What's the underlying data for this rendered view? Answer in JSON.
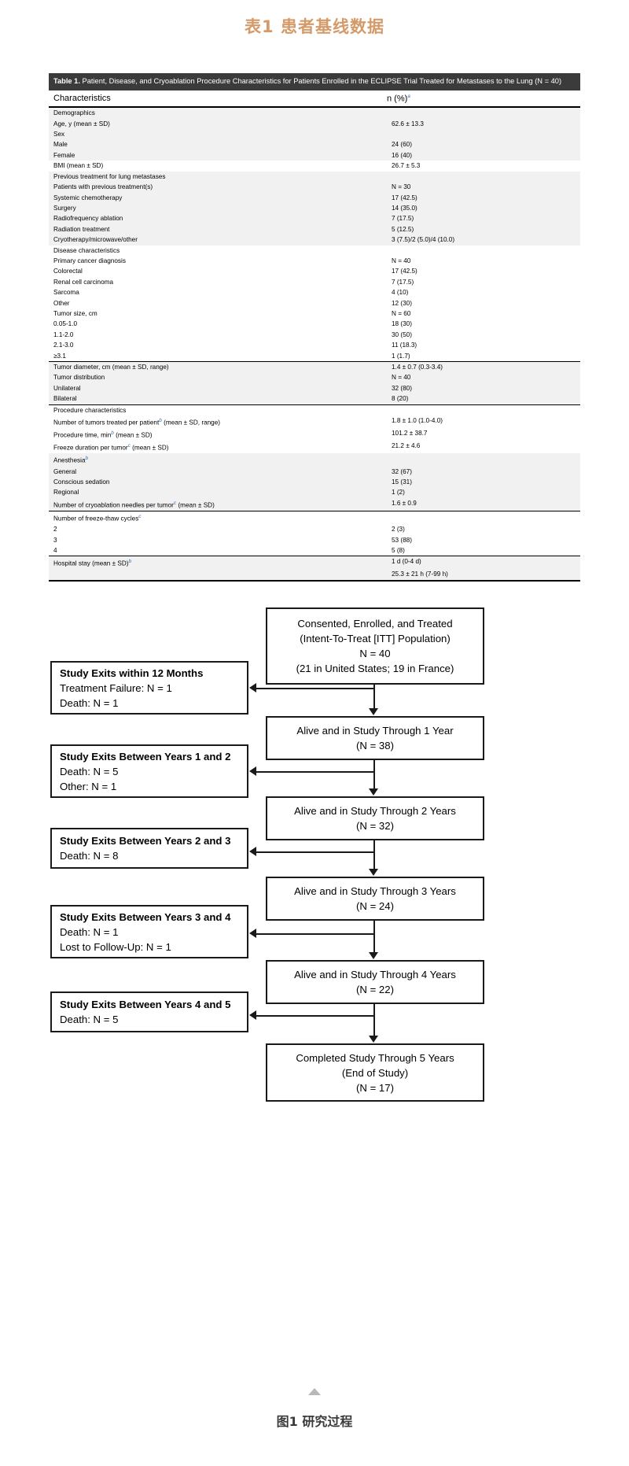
{
  "page": {
    "title": "表1  患者基线数据",
    "figure_caption": "图1  研究过程",
    "accent_color": "#d49a6a"
  },
  "table": {
    "caption_label": "Table 1.",
    "caption_text": " Patient, Disease, and Cryoablation Procedure Characteristics for Patients Enrolled in the ECLIPSE Trial Treated for Metastases to the Lung (N = 40)",
    "columns": [
      "Characteristics",
      "n (%)"
    ],
    "col2_footnote": "a",
    "rows": [
      {
        "label": "Demographics",
        "indent": 0,
        "value": "",
        "shade": true
      },
      {
        "label": "Age, y (mean ± SD)",
        "indent": 0,
        "value": "62.6 ± 13.3",
        "shade": true
      },
      {
        "label": "Sex",
        "indent": 0,
        "value": "",
        "shade": true
      },
      {
        "label": "Male",
        "indent": 1,
        "value": "24 (60)",
        "shade": true
      },
      {
        "label": "Female",
        "indent": 1,
        "value": "16 (40)",
        "shade": true
      },
      {
        "label": "BMI (mean ± SD)",
        "indent": 0,
        "value": "26.7 ± 5.3",
        "shade": false
      },
      {
        "label": "Previous treatment for lung metastases",
        "indent": 0,
        "value": "",
        "shade": true
      },
      {
        "label": "Patients with previous treatment(s)",
        "indent": 1,
        "value": "N = 30",
        "shade": true
      },
      {
        "label": "Systemic chemotherapy",
        "indent": 2,
        "value": "17 (42.5)",
        "shade": true
      },
      {
        "label": "Surgery",
        "indent": 2,
        "value": "14 (35.0)",
        "shade": true
      },
      {
        "label": "Radiofrequency ablation",
        "indent": 2,
        "value": "7 (17.5)",
        "shade": true
      },
      {
        "label": "Radiation treatment",
        "indent": 2,
        "value": "5 (12.5)",
        "shade": true
      },
      {
        "label": "Cryotherapy/microwave/other",
        "indent": 2,
        "value": "3 (7.5)/2 (5.0)/4 (10.0)",
        "shade": true
      },
      {
        "label": "Disease characteristics",
        "indent": 0,
        "value": "",
        "shade": false
      },
      {
        "label": "Primary cancer diagnosis",
        "indent": 1,
        "value": "N = 40",
        "shade": false
      },
      {
        "label": "Colorectal",
        "indent": 1,
        "value": "17 (42.5)",
        "shade": false
      },
      {
        "label": "Renal cell carcinoma",
        "indent": 1,
        "value": "7 (17.5)",
        "shade": false
      },
      {
        "label": "Sarcoma",
        "indent": 1,
        "value": "4 (10)",
        "shade": false
      },
      {
        "label": "Other",
        "indent": 1,
        "value": "12 (30)",
        "shade": false
      },
      {
        "label": "Tumor size, cm",
        "indent": 1,
        "value": "N = 60",
        "shade": false
      },
      {
        "label": "0.05-1.0",
        "indent": 2,
        "value": "18 (30)",
        "shade": false
      },
      {
        "label": "1.1-2.0",
        "indent": 2,
        "value": "30 (50)",
        "shade": false
      },
      {
        "label": "2.1-3.0",
        "indent": 2,
        "value": "11 (18.3)",
        "shade": false
      },
      {
        "label": "≥3.1",
        "indent": 2,
        "value": "1 (1.7)",
        "shade": false
      },
      {
        "label": "Tumor diameter, cm (mean ± SD, range)",
        "indent": 0,
        "value": "1.4 ± 0.7 (0.3-3.4)",
        "shade": true,
        "rule_top": true
      },
      {
        "label": "Tumor distribution",
        "indent": 1,
        "value": "N = 40",
        "shade": true
      },
      {
        "label": "Unilateral",
        "indent": 2,
        "value": "32 (80)",
        "shade": true
      },
      {
        "label": "Bilateral",
        "indent": 2,
        "value": "8 (20)",
        "shade": true
      },
      {
        "label": "Procedure characteristics",
        "indent": 0,
        "value": "",
        "shade": false,
        "rule_top": true
      },
      {
        "label": "Number of tumors treated per patient",
        "footnote": "b",
        "suffix": " (mean ± SD, range)",
        "indent": 1,
        "value": "1.8 ± 1.0 (1.0-4.0)",
        "shade": false
      },
      {
        "label": "Procedure time, min",
        "footnote": "b",
        "suffix": " (mean ± SD)",
        "indent": 1,
        "value": "101.2 ± 38.7",
        "shade": false
      },
      {
        "label": "Freeze duration per tumor",
        "footnote": "c",
        "suffix": " (mean ± SD)",
        "indent": 1,
        "value": "21.2 ± 4.6",
        "shade": false
      },
      {
        "label": "Anesthesia",
        "footnote": "b",
        "indent": 0,
        "value": "",
        "shade": true
      },
      {
        "label": "General",
        "indent": 1,
        "value": "32 (67)",
        "shade": true
      },
      {
        "label": "Conscious sedation",
        "indent": 1,
        "value": "15 (31)",
        "shade": true
      },
      {
        "label": "Regional",
        "indent": 1,
        "value": "1 (2)",
        "shade": true
      },
      {
        "label": "Number of cryoablation needles per tumor",
        "footnote": "c",
        "suffix": " (mean ± SD)",
        "indent": 1,
        "value": "1.6 ± 0.9",
        "shade": true
      },
      {
        "label": "Number of freeze-thaw cycles",
        "footnote": "c",
        "indent": 0,
        "value": "",
        "shade": false,
        "rule_top": true
      },
      {
        "label": "2",
        "indent": 1,
        "value": "2 (3)",
        "shade": false
      },
      {
        "label": "3",
        "indent": 1,
        "value": "53 (88)",
        "shade": false
      },
      {
        "label": "4",
        "indent": 1,
        "value": "5 (8)",
        "shade": false
      },
      {
        "label": "Hospital stay (mean ± SD)",
        "footnote": "b",
        "indent": 0,
        "value": "1 d (0-4 d)",
        "shade": true,
        "rule_top": true
      },
      {
        "label": "",
        "indent": 0,
        "value": "25.3 ± 21 h (7-99 h)",
        "shade": true
      }
    ]
  },
  "flowchart": {
    "type": "flow-diagram",
    "main_nodes": [
      {
        "id": "enrolled",
        "lines": [
          "Consented, Enrolled, and Treated",
          "(Intent-To-Treat [ITT] Population)",
          "N = 40",
          "(21 in United States; 19 in France)"
        ]
      },
      {
        "id": "year1",
        "lines": [
          "Alive and in Study Through 1 Year",
          "(N = 38)"
        ]
      },
      {
        "id": "year2",
        "lines": [
          "Alive and in Study Through 2 Years",
          "(N = 32)"
        ]
      },
      {
        "id": "year3",
        "lines": [
          "Alive and in Study Through 3 Years",
          "(N = 24)"
        ]
      },
      {
        "id": "year4",
        "lines": [
          "Alive and in Study Through 4 Years",
          "(N = 22)"
        ]
      },
      {
        "id": "completed",
        "lines": [
          "Completed Study Through 5 Years",
          "(End of Study)",
          "(N = 17)"
        ]
      }
    ],
    "exit_nodes": [
      {
        "id": "exit-12-months",
        "heading": "Study Exits within 12 Months",
        "lines": [
          "Treatment Failure: N = 1",
          "Death: N = 1"
        ]
      },
      {
        "id": "exit-years-1-2",
        "heading": "Study Exits Between Years 1 and 2",
        "lines": [
          "Death: N = 5",
          "Other: N = 1"
        ]
      },
      {
        "id": "exit-years-2-3",
        "heading": "Study Exits Between Years 2 and 3",
        "lines": [
          "Death: N = 8"
        ]
      },
      {
        "id": "exit-years-3-4",
        "heading": "Study Exits Between Years 3 and 4",
        "lines": [
          "Death: N = 1",
          "Lost to Follow-Up: N = 1"
        ]
      },
      {
        "id": "exit-years-4-5",
        "heading": "Study Exits Between Years 4 and 5",
        "lines": [
          "Death: N = 5"
        ]
      }
    ]
  }
}
